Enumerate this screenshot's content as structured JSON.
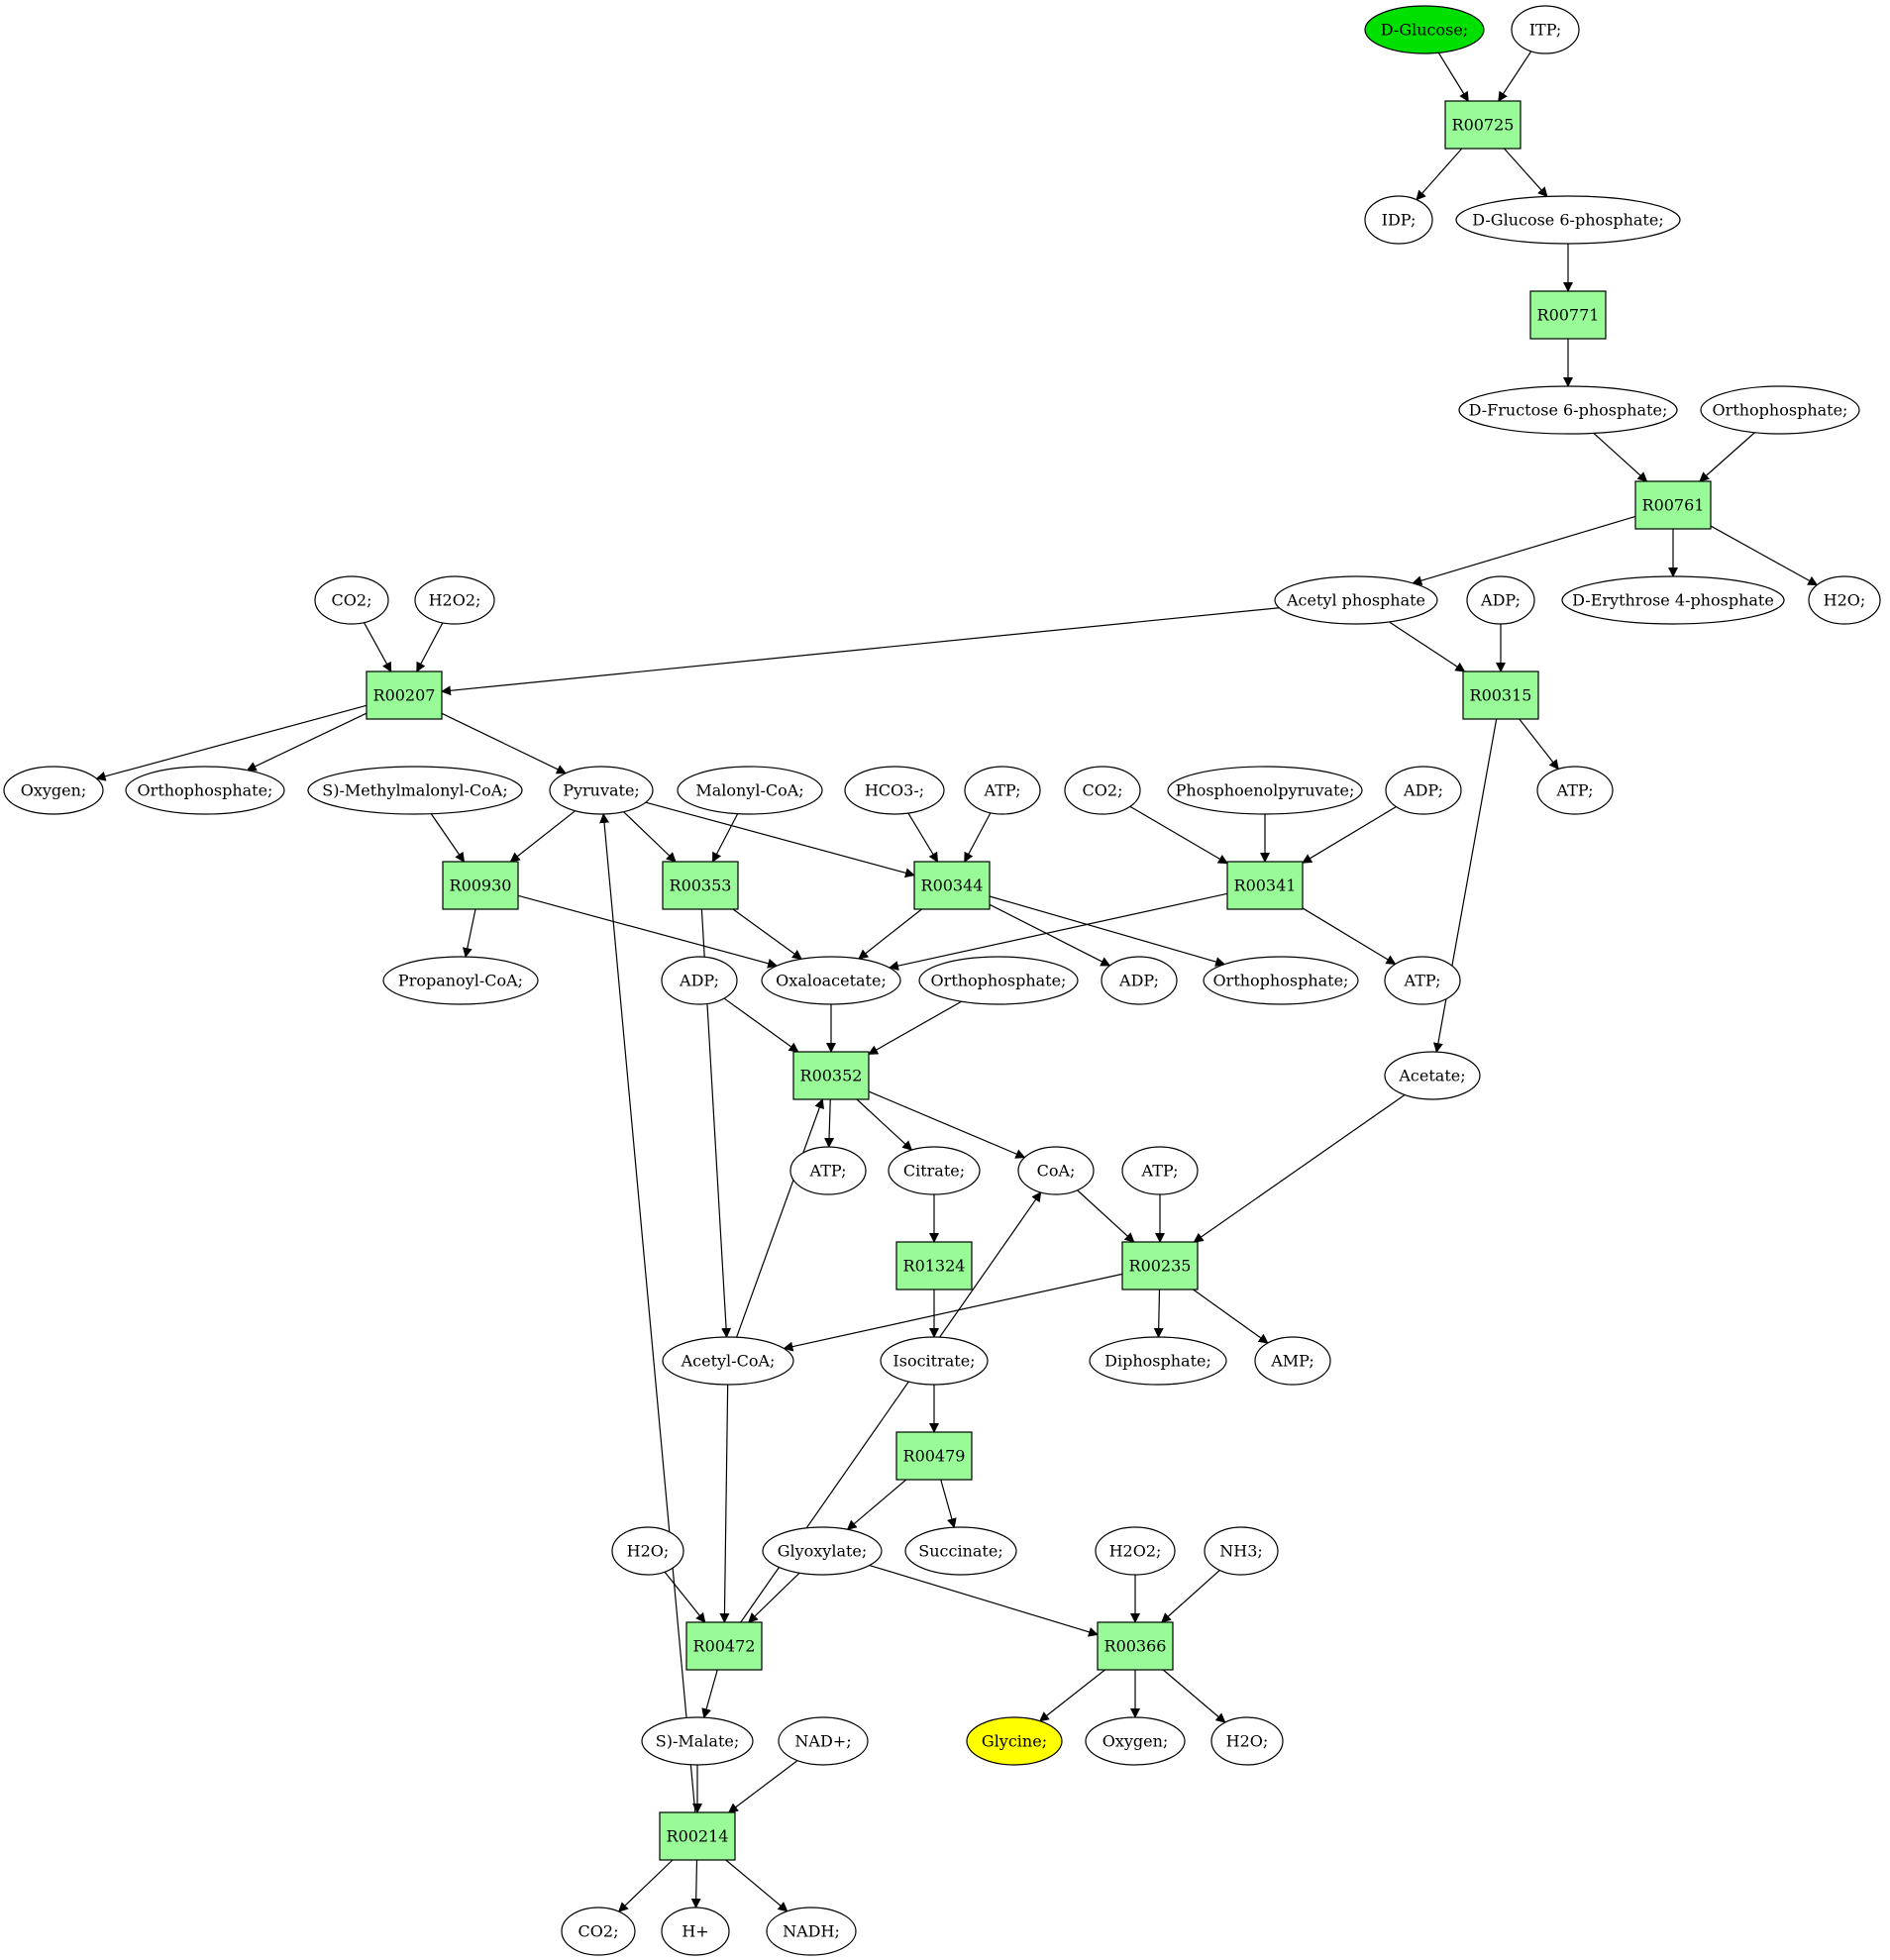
{
  "colors": {
    "reaction_fill": "#98fb98",
    "source_fill": "#00e000",
    "target_fill": "#ffff00",
    "node_fill": "#ffffff",
    "stroke": "#000000"
  },
  "compounds": {
    "dglucose": "D-Glucose;",
    "itp": "ITP;",
    "idp": "IDP;",
    "g6p": "D-Glucose 6-phosphate;",
    "f6p": "D-Fructose 6-phosphate;",
    "orthop1": "Orthophosphate;",
    "acetylp": "Acetyl phosphate",
    "adp1": "ADP;",
    "e4p": "D-Erythrose 4-phosphate",
    "h2o1": "H2O;",
    "co2a": "CO2;",
    "h2o2a": "H2O2;",
    "oxygen1": "Oxygen;",
    "orthop2": "Orthophosphate;",
    "smmcoa": "S)-Methylmalonyl-CoA;",
    "pyruvate": "Pyruvate;",
    "malonylcoa": "Malonyl-CoA;",
    "hco3": "HCO3-;",
    "atp1": "ATP;",
    "co2b": "CO2;",
    "pep": "Phosphoenolpyruvate;",
    "adp2": "ADP;",
    "atp2": "ATP;",
    "propcoa": "Propanoyl-CoA;",
    "adp3": "ADP;",
    "oxaloacetate": "Oxaloacetate;",
    "orthop3": "Orthophosphate;",
    "adp4": "ADP;",
    "orthop4": "Orthophosphate;",
    "atp3": "ATP;",
    "acetate": "Acetate;",
    "atp4": "ATP;",
    "citrate": "Citrate;",
    "coa": "CoA;",
    "atp5": "ATP;",
    "acetylcoa": "Acetyl-CoA;",
    "isocitrate": "Isocitrate;",
    "diphosphate": "Diphosphate;",
    "amp": "AMP;",
    "h2o2": "H2O;",
    "glyoxylate": "Glyoxylate;",
    "succinate": "Succinate;",
    "h2o2b": "H2O2;",
    "nh3": "NH3;",
    "smalate": "S)-Malate;",
    "nadplus": "NAD+;",
    "glycine": "Glycine;",
    "oxygen2": "Oxygen;",
    "h2o3": "H2O;",
    "co2c": "CO2;",
    "hplus": "H+",
    "nadh": "NADH;"
  },
  "reactions": {
    "R00725": "R00725",
    "R00771": "R00771",
    "R00761": "R00761",
    "R00207": "R00207",
    "R00315": "R00315",
    "R00930": "R00930",
    "R00353": "R00353",
    "R00344": "R00344",
    "R00341": "R00341",
    "R00352": "R00352",
    "R01324": "R01324",
    "R00235": "R00235",
    "R00479": "R00479",
    "R00472": "R00472",
    "R00366": "R00366",
    "R00214": "R00214"
  },
  "edges": [
    [
      "dglucose",
      "R00725"
    ],
    [
      "itp",
      "R00725"
    ],
    [
      "R00725",
      "idp"
    ],
    [
      "R00725",
      "g6p"
    ],
    [
      "g6p",
      "R00771"
    ],
    [
      "R00771",
      "f6p"
    ],
    [
      "f6p",
      "R00761"
    ],
    [
      "orthop1",
      "R00761"
    ],
    [
      "R00761",
      "acetylp"
    ],
    [
      "R00761",
      "e4p"
    ],
    [
      "R00761",
      "h2o1"
    ],
    [
      "acetylp",
      "R00207"
    ],
    [
      "co2a",
      "R00207"
    ],
    [
      "h2o2a",
      "R00207"
    ],
    [
      "R00207",
      "oxygen1"
    ],
    [
      "R00207",
      "orthop2"
    ],
    [
      "R00207",
      "pyruvate"
    ],
    [
      "acetylp",
      "R00315"
    ],
    [
      "adp1",
      "R00315"
    ],
    [
      "R00315",
      "atp2"
    ],
    [
      "R00315",
      "acetate"
    ],
    [
      "smmcoa",
      "R00930"
    ],
    [
      "pyruvate",
      "R00930"
    ],
    [
      "R00930",
      "propcoa"
    ],
    [
      "R00930",
      "oxaloacetate"
    ],
    [
      "pyruvate",
      "R00353"
    ],
    [
      "malonylcoa",
      "R00353"
    ],
    [
      "R00353",
      "oxaloacetate"
    ],
    [
      "R00353",
      "acetylcoa"
    ],
    [
      "pyruvate",
      "R00344"
    ],
    [
      "hco3",
      "R00344"
    ],
    [
      "atp1",
      "R00344"
    ],
    [
      "R00344",
      "oxaloacetate"
    ],
    [
      "R00344",
      "adp4"
    ],
    [
      "R00344",
      "orthop4"
    ],
    [
      "co2b",
      "R00341"
    ],
    [
      "pep",
      "R00341"
    ],
    [
      "adp2",
      "R00341"
    ],
    [
      "R00341",
      "oxaloacetate"
    ],
    [
      "R00341",
      "atp3"
    ],
    [
      "adp3",
      "R00352"
    ],
    [
      "oxaloacetate",
      "R00352"
    ],
    [
      "orthop3",
      "R00352"
    ],
    [
      "acetylcoa",
      "R00352"
    ],
    [
      "R00352",
      "atp4"
    ],
    [
      "R00352",
      "citrate"
    ],
    [
      "R00352",
      "coa"
    ],
    [
      "citrate",
      "R01324"
    ],
    [
      "R01324",
      "isocitrate"
    ],
    [
      "coa",
      "R00235"
    ],
    [
      "atp5",
      "R00235"
    ],
    [
      "acetate",
      "R00235"
    ],
    [
      "R00235",
      "acetylcoa"
    ],
    [
      "R00235",
      "diphosphate"
    ],
    [
      "R00235",
      "amp"
    ],
    [
      "isocitrate",
      "R00479"
    ],
    [
      "R00479",
      "glyoxylate"
    ],
    [
      "R00479",
      "succinate"
    ],
    [
      "h2o2",
      "R00472"
    ],
    [
      "glyoxylate",
      "R00472"
    ],
    [
      "acetylcoa",
      "R00472"
    ],
    [
      "R00472",
      "smalate"
    ],
    [
      "R00472",
      "coa"
    ],
    [
      "glyoxylate",
      "R00366"
    ],
    [
      "h2o2b",
      "R00366"
    ],
    [
      "nh3",
      "R00366"
    ],
    [
      "R00366",
      "glycine"
    ],
    [
      "R00366",
      "oxygen2"
    ],
    [
      "R00366",
      "h2o3"
    ],
    [
      "smalate",
      "R00214"
    ],
    [
      "nadplus",
      "R00214"
    ],
    [
      "R00214",
      "co2c"
    ],
    [
      "R00214",
      "hplus"
    ],
    [
      "R00214",
      "nadh"
    ],
    [
      "R00214",
      "pyruvate"
    ]
  ]
}
